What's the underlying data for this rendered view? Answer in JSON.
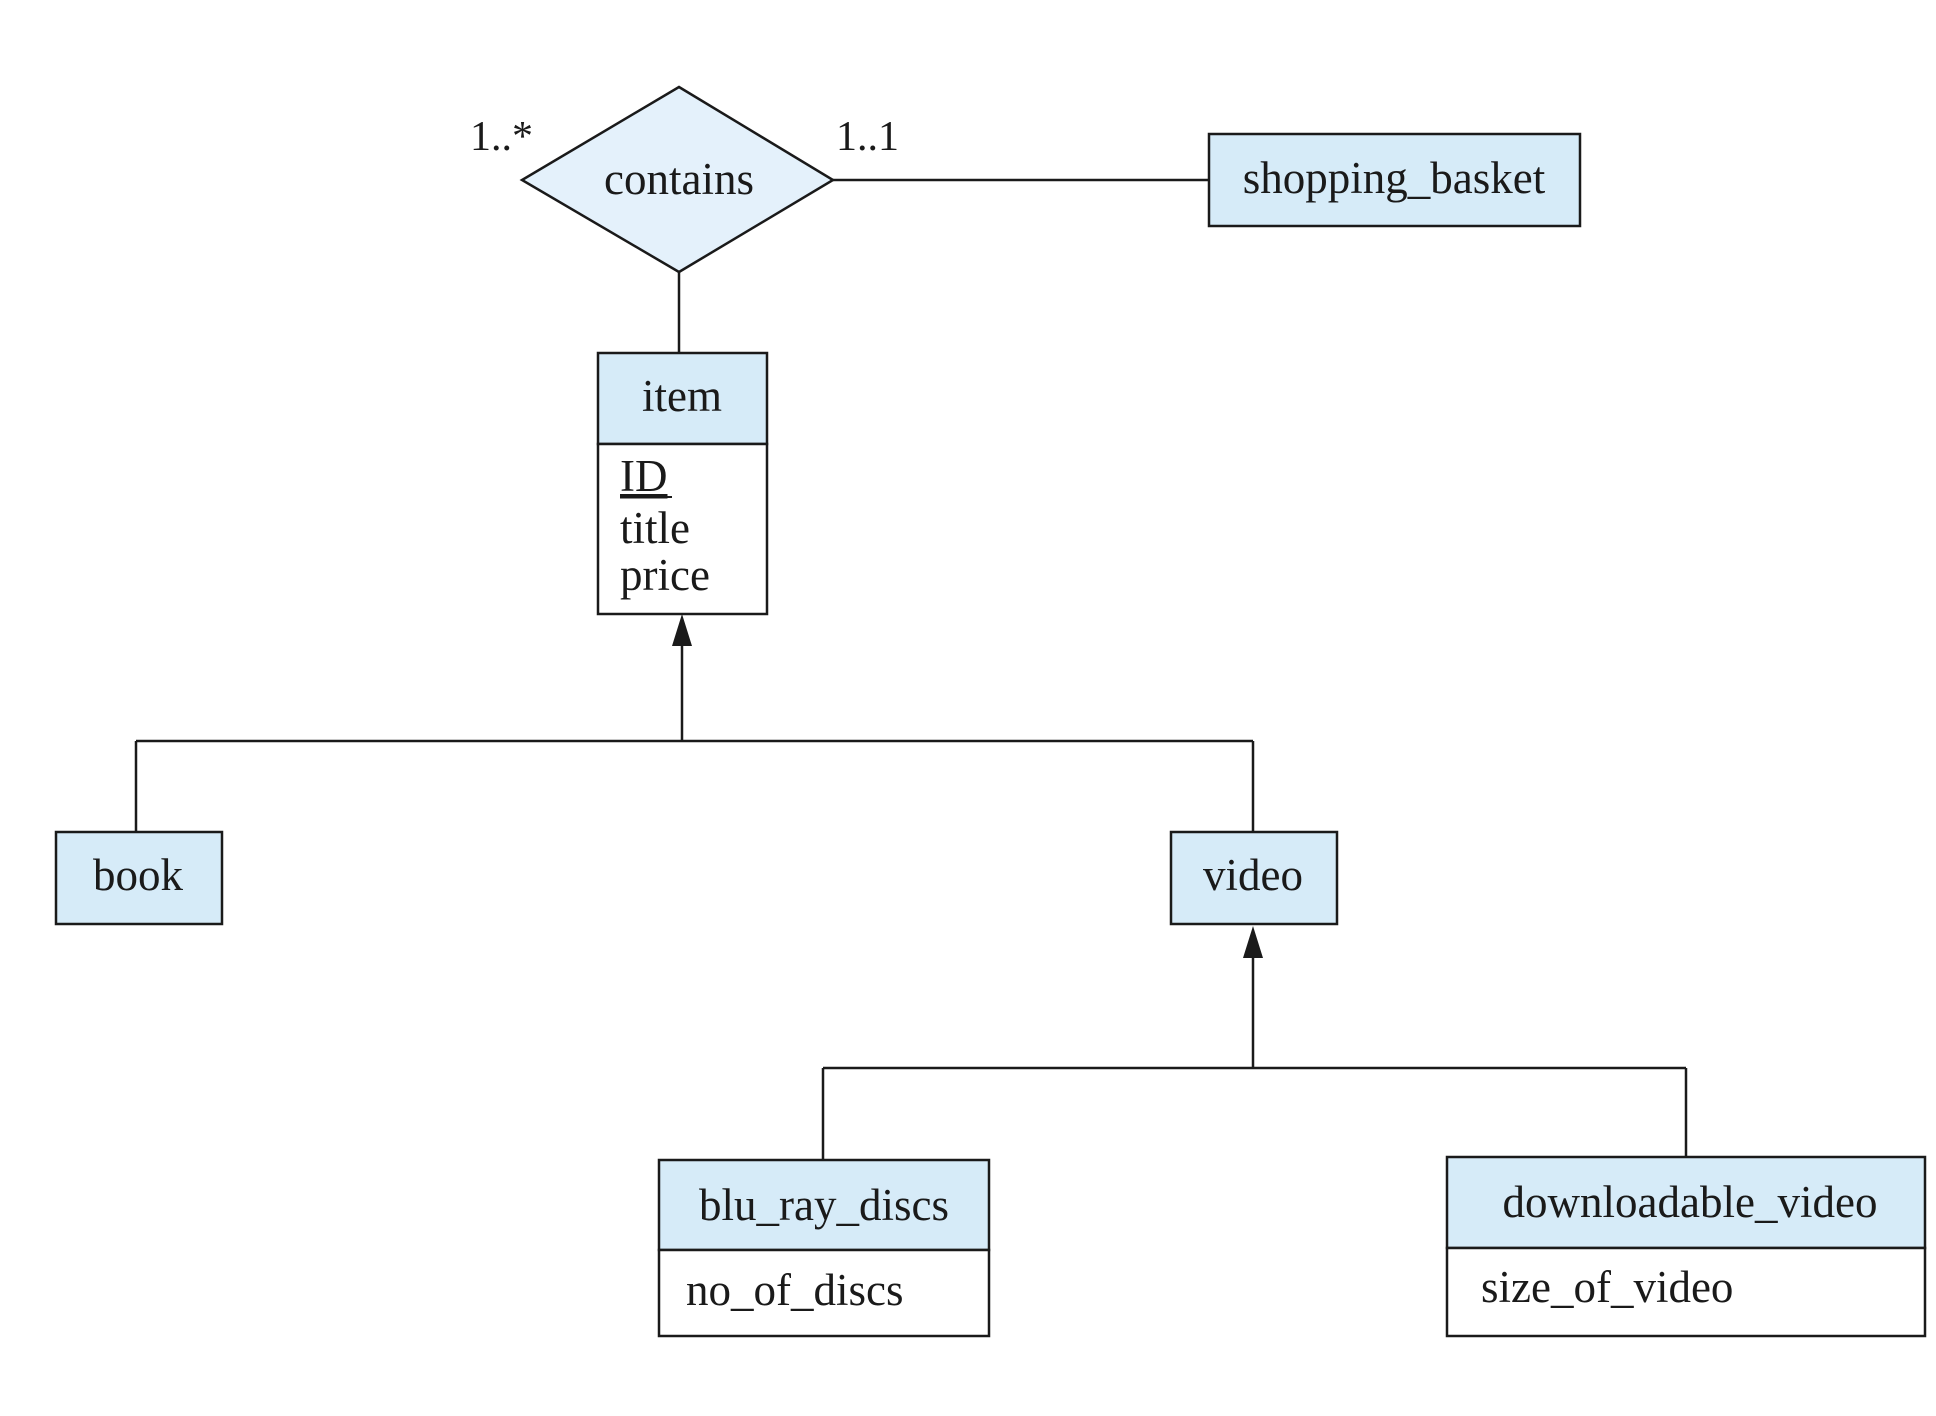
{
  "relationship": {
    "name": "contains",
    "card_left": "1..*",
    "card_right": "1..1"
  },
  "entities": {
    "shopping_basket": {
      "name": "shopping_basket"
    },
    "item": {
      "name": "item",
      "attributes": [
        "ID",
        "title",
        "price"
      ],
      "primary_key": "ID"
    },
    "book": {
      "name": "book"
    },
    "video": {
      "name": "video"
    },
    "blu_ray_discs": {
      "name": "blu_ray_discs",
      "attributes": [
        "no_of_discs"
      ]
    },
    "downloadable_video": {
      "name": "downloadable_video",
      "attributes": [
        "size_of_video"
      ]
    }
  },
  "colors": {
    "entity_header": "#d6ebf8",
    "relationship": "#e4f1fb",
    "line": "#1a1a1a"
  }
}
